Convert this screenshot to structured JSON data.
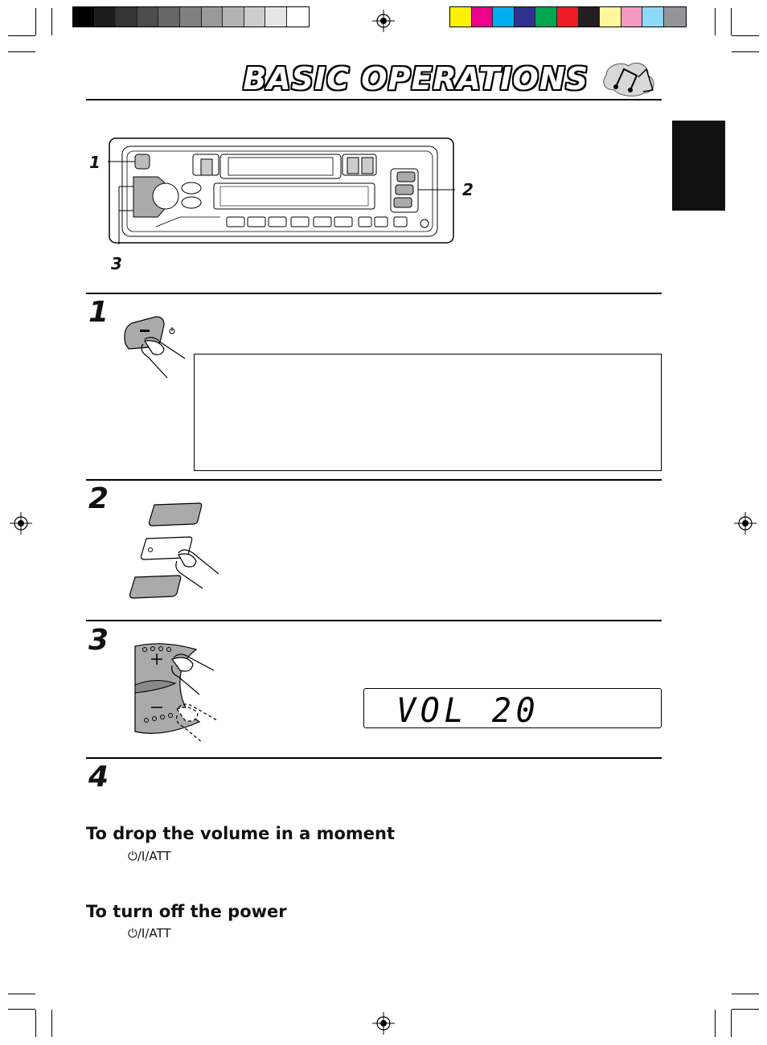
{
  "page": {
    "title": "BASIC OPERATIONS"
  },
  "diagram": {
    "callouts": [
      "1",
      "2",
      "3"
    ]
  },
  "steps": [
    {
      "number": "1"
    },
    {
      "number": "2"
    },
    {
      "number": "3"
    },
    {
      "number": "4"
    }
  ],
  "display": {
    "text": "VOL  20"
  },
  "sections": [
    {
      "heading": "To drop the volume in a moment",
      "button": "⏻/I/ATT"
    },
    {
      "heading": "To turn off the power",
      "button": "⏻/I/ATT"
    }
  ],
  "colors": {
    "grayscale": [
      "#000000",
      "#1c1c1c",
      "#353535",
      "#4d4d4d",
      "#666666",
      "#808080",
      "#9a9a9a",
      "#b3b3b3",
      "#cdcdcd",
      "#e6e6e6",
      "#ffffff"
    ],
    "process": [
      "#fff200",
      "#ec008c",
      "#00aeef",
      "#2e3192",
      "#00a651",
      "#ed1c24",
      "#231f20",
      "#fff799",
      "#f49ac1",
      "#8ed8f8",
      "#939598"
    ]
  }
}
